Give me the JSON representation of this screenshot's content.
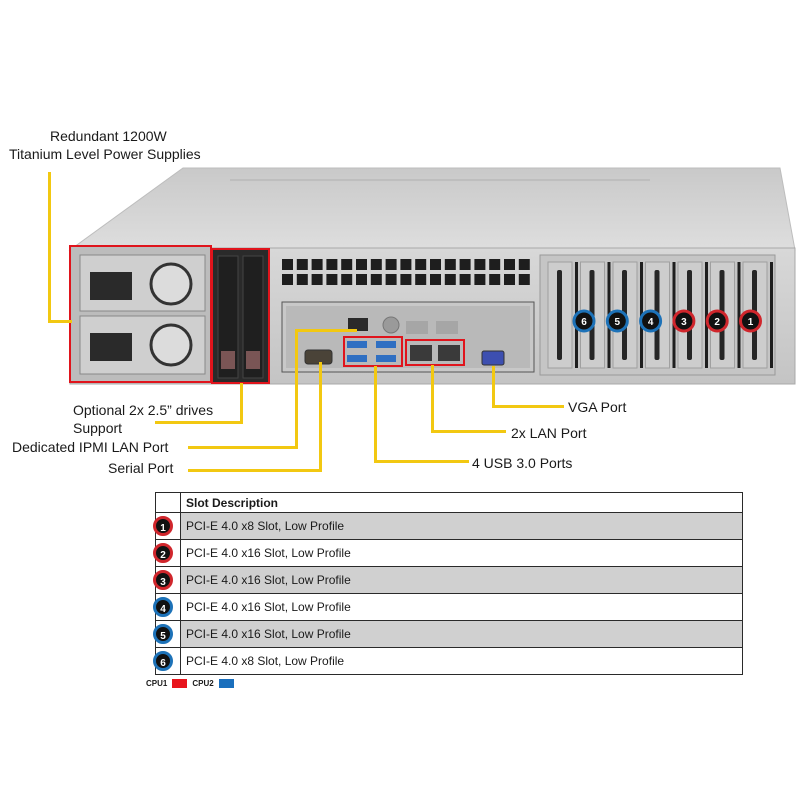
{
  "callouts": {
    "psu": [
      "Redundant  1200W",
      "Titanium  Level Power Supplies"
    ],
    "drives": [
      "Optional  2x 2.5” drives",
      "Support"
    ],
    "ipmi": "Dedicated IPMI  LAN Port",
    "serial": "Serial Port",
    "vga": "VGA Port",
    "lan": "2x LAN Port",
    "usb": "4 USB 3.0 Ports"
  },
  "chassis": {
    "slot_badges": [
      {
        "num": "6",
        "cpu": "cpu2"
      },
      {
        "num": "5",
        "cpu": "cpu2"
      },
      {
        "num": "4",
        "cpu": "cpu2"
      },
      {
        "num": "3",
        "cpu": "cpu1"
      },
      {
        "num": "2",
        "cpu": "cpu1"
      },
      {
        "num": "1",
        "cpu": "cpu1"
      }
    ]
  },
  "table": {
    "header": "Slot Description",
    "rows": [
      {
        "num": "1",
        "cpu": "cpu1",
        "desc": "PCI-E 4.0 x8 Slot, Low Profile",
        "shaded": true
      },
      {
        "num": "2",
        "cpu": "cpu1",
        "desc": "PCI-E 4.0 x16 Slot, Low Profile",
        "shaded": false
      },
      {
        "num": "3",
        "cpu": "cpu1",
        "desc": "PCI-E 4.0 x16 Slot, Low Profile",
        "shaded": true
      },
      {
        "num": "4",
        "cpu": "cpu2",
        "desc": "PCI-E 4.0 x16 Slot, Low Profile",
        "shaded": false
      },
      {
        "num": "5",
        "cpu": "cpu2",
        "desc": "PCI-E 4.0 x16 Slot, Low Profile",
        "shaded": true
      },
      {
        "num": "6",
        "cpu": "cpu2",
        "desc": "PCI-E 4.0 x8 Slot, Low Profile",
        "shaded": false
      }
    ]
  },
  "legend": [
    {
      "label": "CPU1",
      "color": "#e8141c"
    },
    {
      "label": "CPU2",
      "color": "#1a6fbd"
    }
  ],
  "colors": {
    "highlight": "#e0141c",
    "callout": "#f2c811",
    "cpu1_ring": "#d0262c",
    "cpu2_ring": "#1d72b8"
  }
}
